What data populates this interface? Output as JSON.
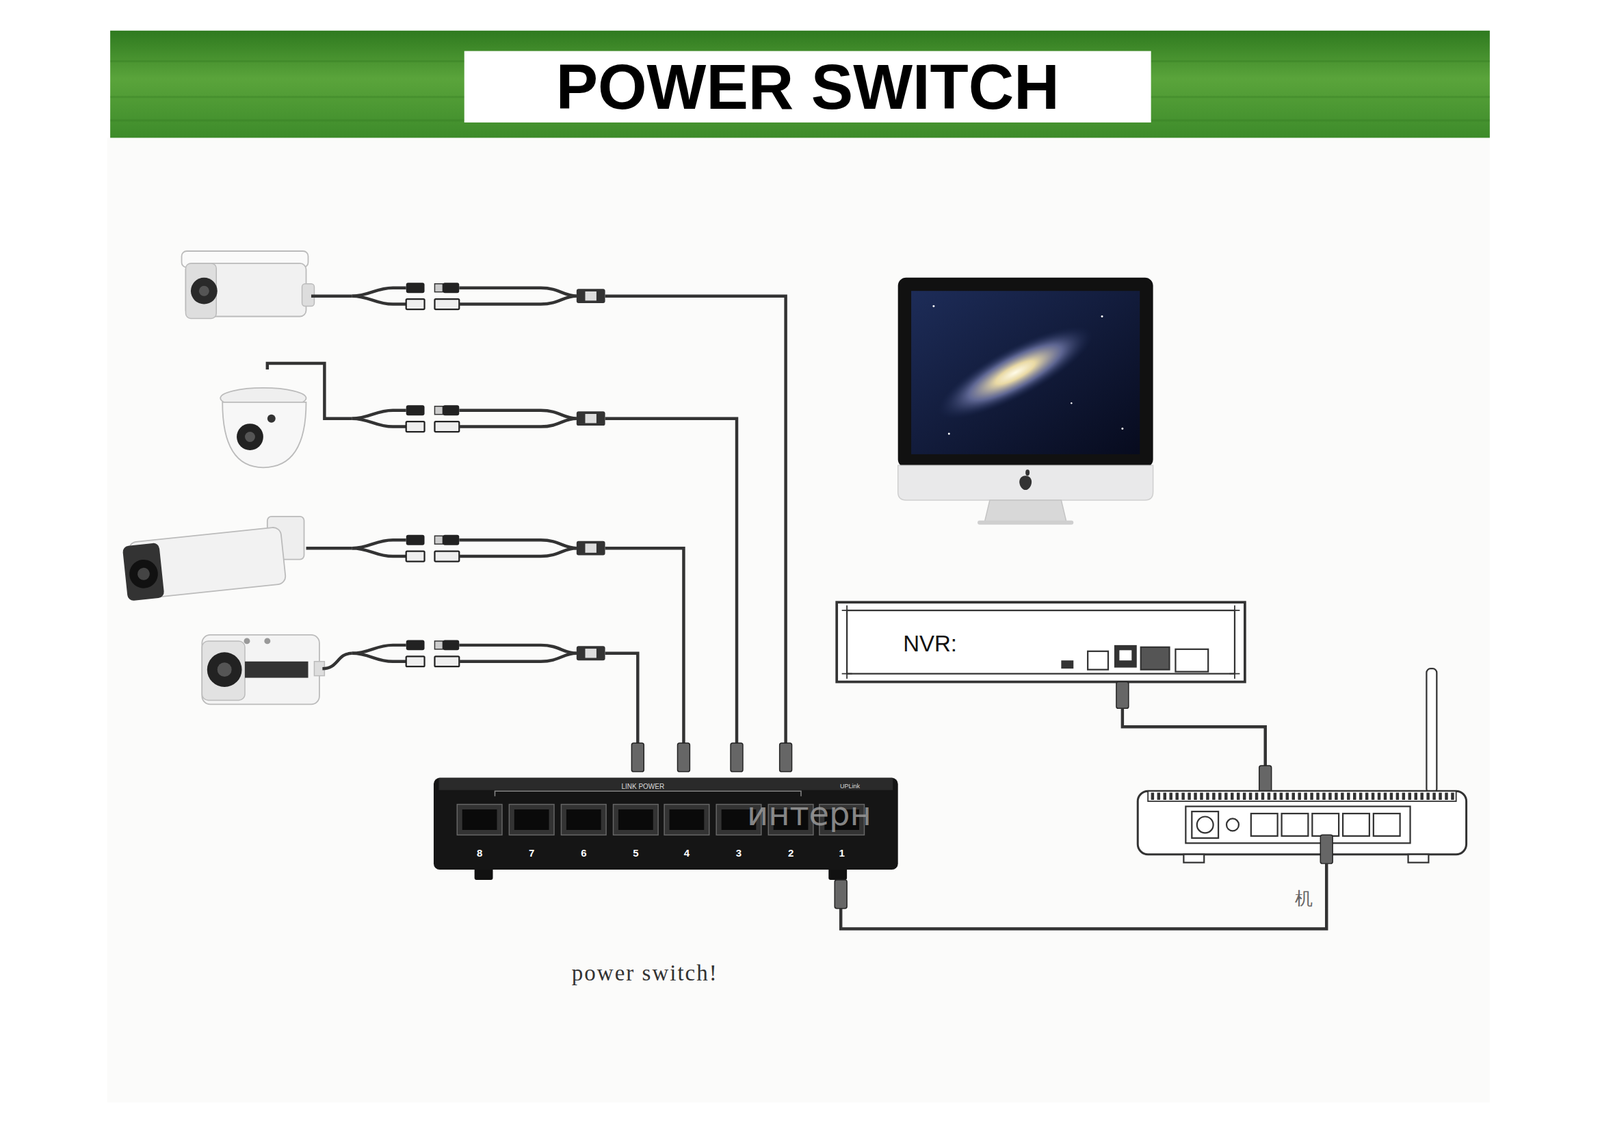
{
  "diagram": {
    "title": "POWER SWITCH",
    "nodes": [
      {
        "text": [
          "NVR:"
        ]
      },
      {
        "text": [
          "LINK POWER",
          "UPLink",
          "8",
          "7",
          "6",
          "5",
          "4",
          "3",
          "2",
          "1"
        ]
      }
    ],
    "labels": [
      "power switch!",
      "интерн",
      "机"
    ]
  }
}
